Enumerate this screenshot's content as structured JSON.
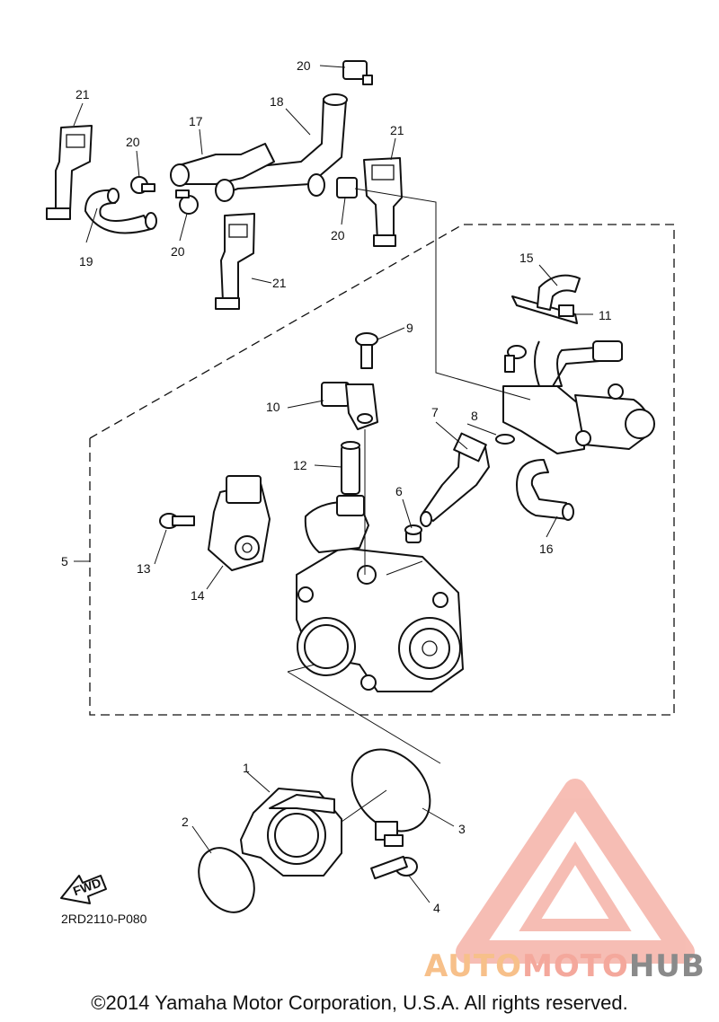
{
  "callouts": {
    "c1": "1",
    "c2": "2",
    "c3": "3",
    "c4": "4",
    "c5": "5",
    "c6": "6",
    "c7": "7",
    "c8": "8",
    "c9": "9",
    "c10": "10",
    "c11": "11",
    "c12": "12",
    "c13": "13",
    "c14": "14",
    "c15": "15",
    "c16": "16",
    "c17": "17",
    "c18": "18",
    "c19": "19",
    "c20a": "20",
    "c20b": "20",
    "c20c": "20",
    "c20d": "20",
    "c21a": "21",
    "c21b": "21",
    "c21c": "21"
  },
  "fwd_label": "FWD",
  "diagram_code": "2RD2110-P080",
  "watermark": {
    "auto": "AUTO",
    "moto": "MOTO",
    "hub": "HUB"
  },
  "copyright": "©2014 Yamaha Motor Corporation, U.S.A. All rights reserved.",
  "colors": {
    "watermark_orange": "#f7c08a",
    "watermark_red": "#f4a89c",
    "watermark_gray": "#8a8a8a"
  }
}
